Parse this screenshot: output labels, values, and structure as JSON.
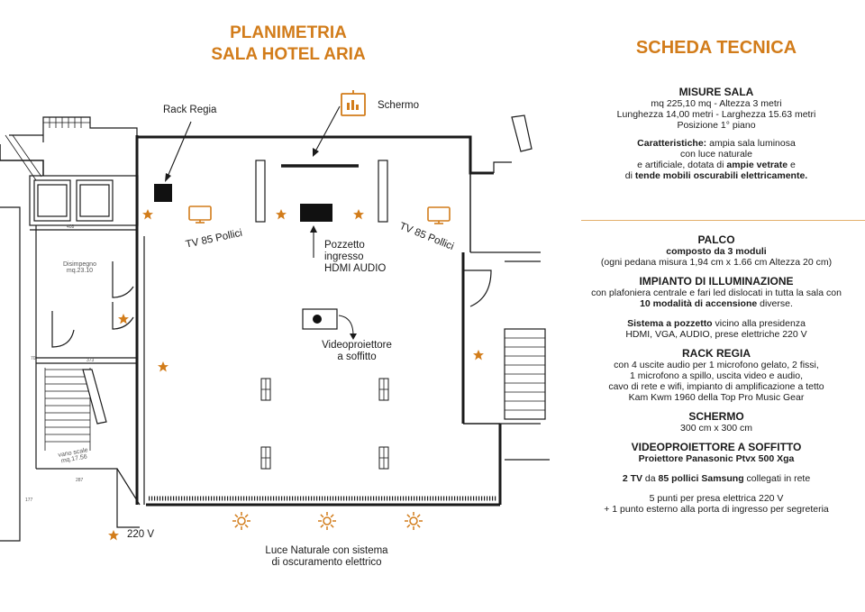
{
  "plan": {
    "title_line1": "PLANIMETRIA",
    "title_line2": "SALA HOTEL ARIA",
    "labels": {
      "rack_regia": "Rack Regia",
      "schermo": "Schermo",
      "tv_left": "TV 85 Pollici",
      "tv_right": "TV 85 Pollici",
      "pozzetto_1": "Pozzetto",
      "pozzetto_2": "ingresso",
      "pozzetto_3": "HDMI AUDIO",
      "videoproiettore_1": "Videoproiettore",
      "videoproiettore_2": "a soffitto",
      "disimpegno_1": "Disimpegno",
      "disimpegno_2": "mq.23.10",
      "vano_scale_1": "vano scale",
      "vano_scale_2": "mq.17.56",
      "legend_220v": "220 V",
      "luce_1": "Luce Naturale con sistema",
      "luce_2": "di oscuramento elettrico",
      "dim_408": "408",
      "dim_373": "373",
      "dim_70": "70",
      "dim_177": "177",
      "dim_287": "287"
    }
  },
  "spec": {
    "title": "SCHEDA TECNICA",
    "misure_title": "MISURE SALA",
    "misure_1": "mq 225,10 mq - Altezza 3 metri",
    "misure_2": "Lunghezza 14,00 metri - Larghezza 15.63 metri",
    "misure_3": "Posizione 1° piano",
    "car_label": "Caratteristiche:",
    "car_1b": " ampia sala luminosa",
    "car_2": "con luce naturale",
    "car_3a": "e artificiale, dotata di ",
    "car_3b": "ampie vetrate",
    "car_3c": " e",
    "car_4a": "di ",
    "car_4b": "tende mobili oscurabili elettricamente.",
    "palco_title": "PALCO",
    "palco_1": "composto da 3 moduli",
    "palco_2": "(ogni pedana misura 1,94 cm x 1.66 cm Altezza 20 cm)",
    "ill_title": "IMPIANTO DI ILLUMINAZIONE",
    "ill_1": "con plafoniera centrale e fari led dislocati in tutta la sala con",
    "ill_2a": "10 modalità di accensione",
    "ill_2b": " diverse.",
    "poz_1a": "Sistema a pozzetto",
    "poz_1b": " vicino alla presidenza",
    "poz_2": "HDMI, VGA, AUDIO, prese elettriche 220 V",
    "rack_title": "RACK REGIA",
    "rack_1": "con 4 uscite audio per 1 microfono gelato, 2 fissi,",
    "rack_2": "1 microfono a spillo, uscita video e audio,",
    "rack_3": "cavo di rete e wifi, impianto di amplificazione a tetto",
    "rack_4": "Kam Kwm 1960 della Top Pro Music Gear",
    "schermo_title": "SCHERMO",
    "schermo_1": "300 cm x 300 cm",
    "vp_title": "VIDEOPROIETTORE A SOFFITTO",
    "vp_1": "Proiettore Panasonic Ptvx 500 Xga",
    "tv_1a": "2 TV",
    "tv_1b": " da ",
    "tv_1c": "85 pollici Samsung",
    "tv_1d": " collegati in rete",
    "punti_1": "5 punti per presa elettrica 220 V",
    "punti_2": "+ 1 punto esterno alla porta di ingresso per segreteria"
  },
  "colors": {
    "accent": "#d27c1a",
    "line": "#1a1a1a",
    "divider": "#e3b06c"
  }
}
